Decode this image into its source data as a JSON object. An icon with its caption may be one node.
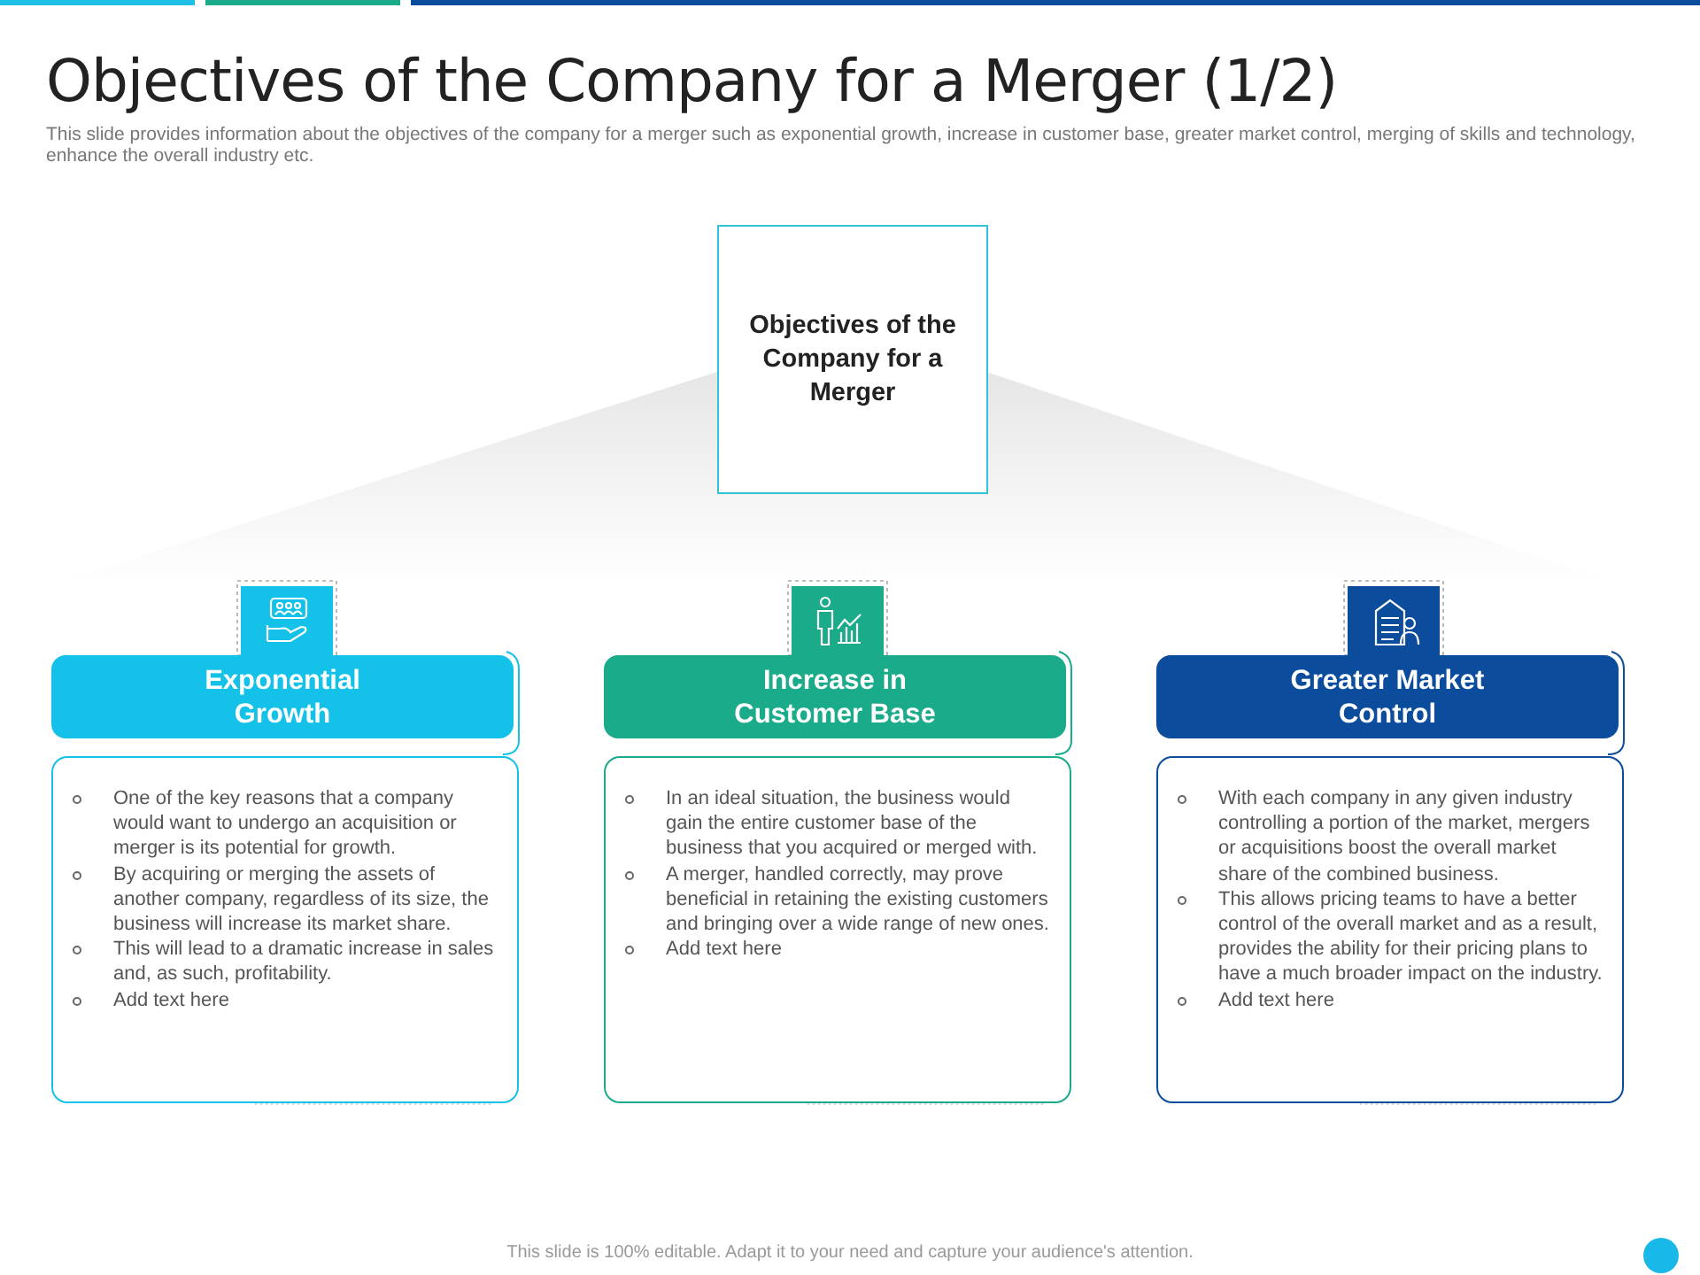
{
  "diagram": {
    "title": "Objectives of the Company for a Merger (1/2)",
    "nodes": [
      {
        "text": [
          "Objectives of the Company for a Merger"
        ]
      },
      {
        "text": [
          "Exponential Growth"
        ]
      },
      {
        "text": [
          "One of the key reasons that a company would want to undergo an acquisition or merger is its potential for growth.",
          "By acquiring or merging the assets of another company, regardless of its size, the business will increase its market share.",
          "This will lead to a dramatic increase in sales and, as such, profitability.",
          "Add text here"
        ]
      },
      {
        "text": [
          "Increase in Customer Base"
        ]
      },
      {
        "text": [
          "In an ideal situation, the business would gain the entire customer base of the business that you acquired or merged with.",
          "A merger, handled correctly, may prove beneficial in retaining the existing customers and bringing over a wide range of new ones.",
          "Add text here"
        ]
      },
      {
        "text": [
          "Greater Market Control"
        ]
      },
      {
        "text": [
          "With each company in any given industry controlling a portion of the market, mergers or acquisitions boost the overall market share of the combined business.",
          "This allows pricing teams to have a better control of the overall market and as a result, provides the ability for their pricing plans to have a much broader impact on the industry.",
          "Add text here"
        ]
      },
      {
        "text": [],
        "shape": "trapezoid"
      }
    ],
    "labels": [
      "This slide provides information about the objectives of the company for a merger such as exponential growth, increase in customer base, greater market control, merging of skills and technology, enhance the overall industry etc.",
      "This slide is 100% editable. Adapt it to your need and capture your audience's attention."
    ]
  }
}
